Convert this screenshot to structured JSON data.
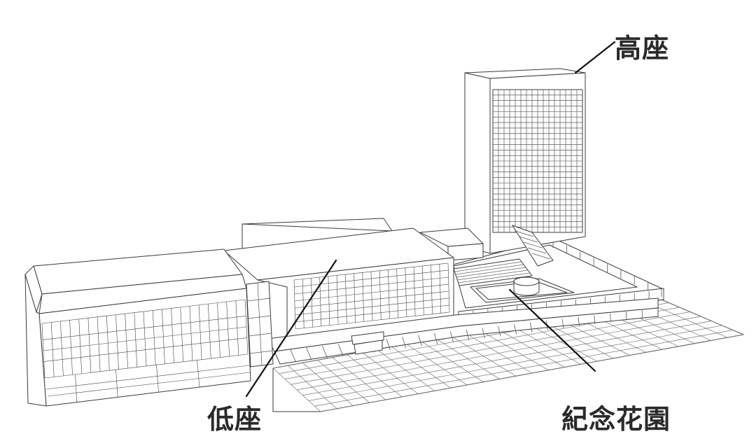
{
  "labels": {
    "tower": "高座",
    "podium": "低座",
    "garden": "紀念花園"
  },
  "colors": {
    "line": "#3a3a3a",
    "leader": "#111111",
    "fill": "#ffffff",
    "text": "#2a2a2a"
  }
}
